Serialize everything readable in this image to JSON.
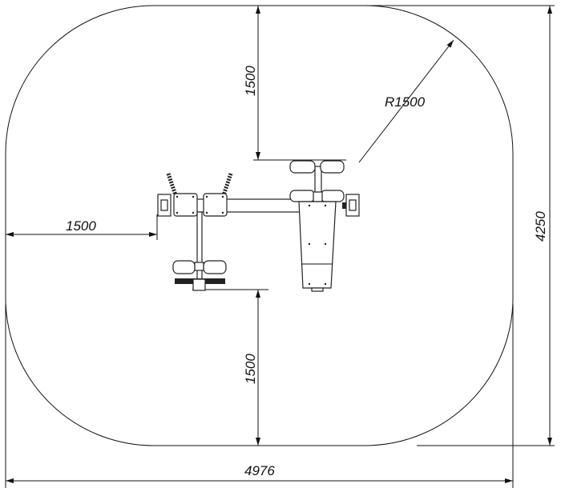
{
  "drawing": {
    "dimensions": {
      "top_clearance": "1500",
      "bottom_clearance": "1500",
      "left_clearance": "1500",
      "radius": "R1500",
      "height": "4250",
      "width": "4976"
    }
  }
}
